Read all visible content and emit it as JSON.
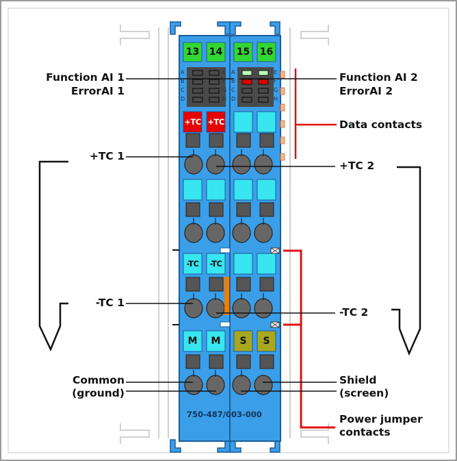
{
  "colors": {
    "module_blue": "#3b9ee8",
    "module_outline": "#1a5c9c",
    "green_tab": "#33d633",
    "cyan_pad": "#38e6f0",
    "red_pad": "#e60000",
    "olive_pad": "#a8a81e",
    "orange_bar": "#f07c00",
    "callout_red": "#e01010",
    "dark_gray": "#4a4a4a"
  },
  "module": {
    "part_number": "750-487/003-000",
    "top_numbers": [
      "13",
      "14",
      "15",
      "16"
    ],
    "led_letters_left": [
      "A",
      "B",
      "C",
      "D"
    ],
    "led_letters_right": [
      "E",
      "F",
      "G",
      "H"
    ],
    "channel_labels": [
      "+TC",
      "+TC",
      "-TC",
      "-TC",
      "M",
      "M",
      "S",
      "S"
    ]
  },
  "labels": {
    "function_ai1": "Function AI 1",
    "error_ai1": "ErrorAI 1",
    "function_ai2": "Function AI 2",
    "error_ai2": "ErrorAI 2",
    "data_contacts": "Data contacts",
    "plus_tc1": "+TC 1",
    "plus_tc2": "+TC 2",
    "minus_tc1": "-TC 1",
    "minus_tc2": "-TC 2",
    "common": "Common",
    "ground": "(ground)",
    "shield": "Shield",
    "screen": "(screen)",
    "power_jumper": "Power jumper",
    "contacts": "contacts"
  }
}
